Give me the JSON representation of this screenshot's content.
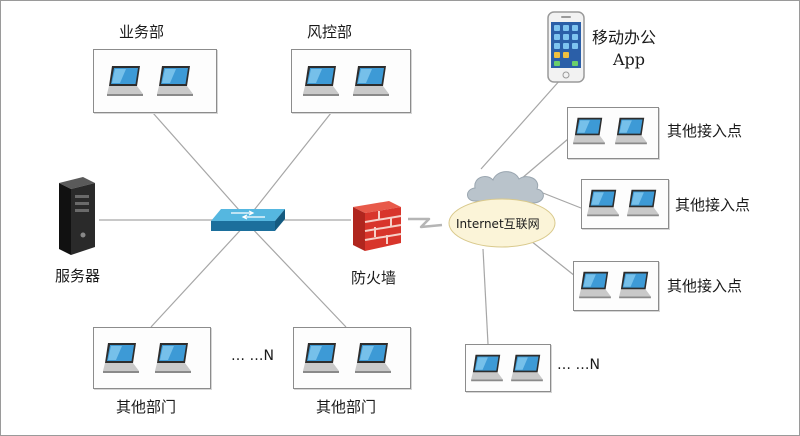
{
  "labels": {
    "business": "业务部",
    "risk": "风控部",
    "server": "服务器",
    "firewall": "防火墙",
    "other_dept_1": "其他部门",
    "other_dept_2": "其他部门",
    "mobile_line1": "移动办公",
    "mobile_line2": "App",
    "access_1": "其他接入点",
    "access_2": "其他接入点",
    "access_3": "其他接入点",
    "internet": "Internet互联网",
    "dots_left": "… …N",
    "dots_right": "… …N"
  },
  "icons": {
    "laptop": "laptop-icon",
    "server": "server-tower-icon",
    "switch": "network-switch-icon",
    "firewall": "firewall-icon",
    "cloud": "cloud-icon",
    "phone": "smartphone-icon",
    "link": "lightning-link-icon"
  },
  "colors": {
    "line": "#a6a6a6",
    "box_border": "#8c8c8c",
    "switch_top": "#55b7e0",
    "switch_side": "#1c6f9c",
    "firewall": "#d8352b",
    "cloud": "#b9c3cb",
    "internet_ellipse": "#fbf4d8",
    "laptop_screen": "#3d9ad6"
  }
}
